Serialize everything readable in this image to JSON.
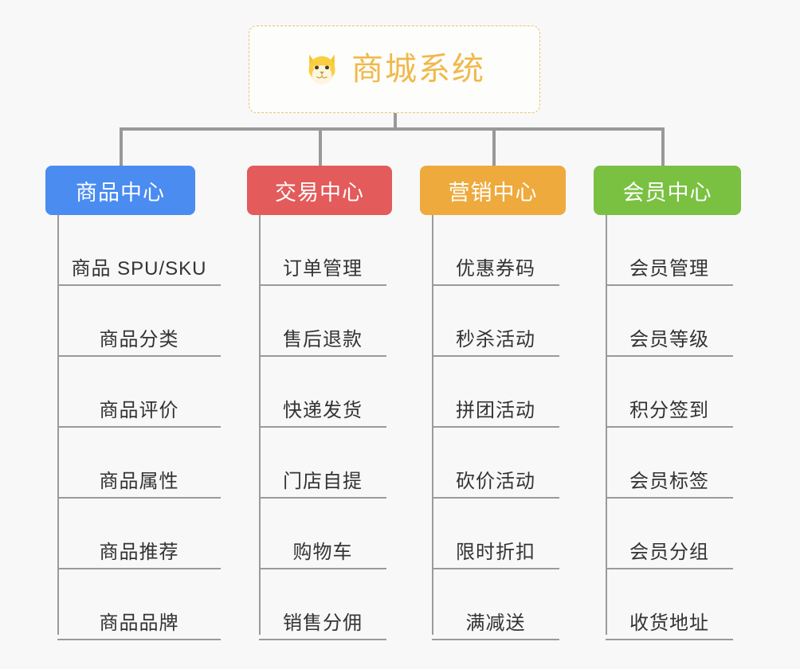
{
  "diagram": {
    "type": "mindmap-tree",
    "background_color": "#f8f8f8",
    "connector_color": "#999999",
    "root": {
      "title": "商城系统",
      "icon": "shiba-dog-face-icon",
      "text_color": "#f0b94a",
      "border_color": "#f0c070"
    },
    "branches": [
      {
        "label": "商品中心",
        "color": "#4a8cf0",
        "items": [
          "商品 SPU/SKU",
          "商品分类",
          "商品评价",
          "商品属性",
          "商品推荐",
          "商品品牌"
        ]
      },
      {
        "label": "交易中心",
        "color": "#e35b5b",
        "items": [
          "订单管理",
          "售后退款",
          "快递发货",
          "门店自提",
          "购物车",
          "销售分佣"
        ]
      },
      {
        "label": "营销中心",
        "color": "#eeaa3c",
        "items": [
          "优惠券码",
          "秒杀活动",
          "拼团活动",
          "砍价活动",
          "限时折扣",
          "满减送"
        ]
      },
      {
        "label": "会员中心",
        "color": "#7ac142",
        "items": [
          "会员管理",
          "会员等级",
          "积分签到",
          "会员标签",
          "会员分组",
          "收货地址"
        ]
      }
    ]
  }
}
